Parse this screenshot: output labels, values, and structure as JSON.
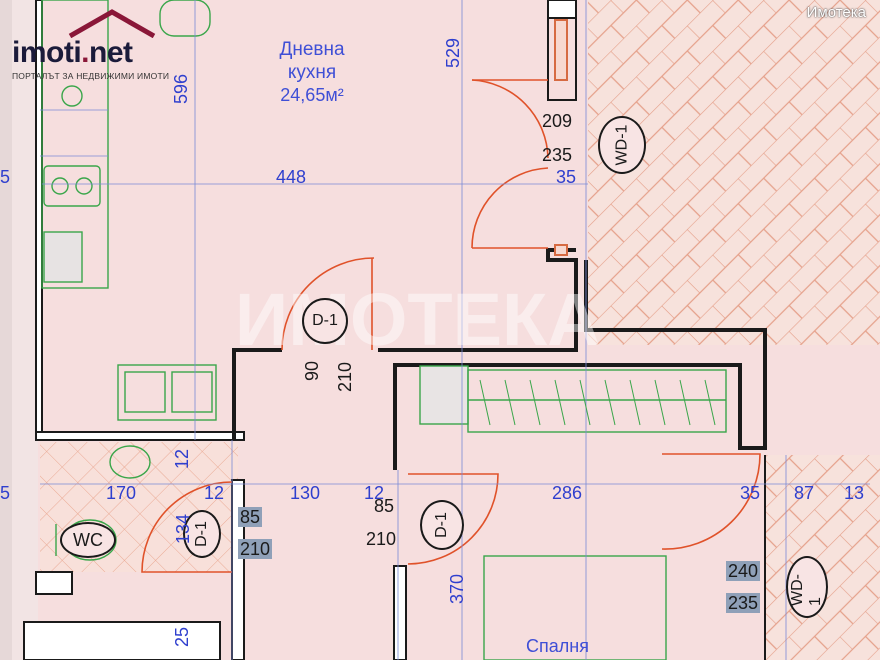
{
  "watermark": "Имотека",
  "logo": {
    "name_a": "imoti",
    "dot": ".",
    "name_b": "net",
    "tagline": "ПОРТАЛЪТ ЗА НЕДВИЖИМИ ИМОТИ"
  },
  "rooms": {
    "living_name": "Дневна",
    "living_sub": "кухня",
    "living_area": "24,65м²",
    "bath_name": "WC",
    "bedroom_name": "Спалня"
  },
  "doors": {
    "d1_top": "D-1",
    "d1_left": "D-1",
    "d1_mid": "D-1",
    "wd1_top": "WD-1",
    "wd1_bottom": "WD-1"
  },
  "dims": {
    "d596": "596",
    "d529": "529",
    "d448": "448",
    "d209": "209",
    "d235a": "235",
    "d35a": "35",
    "d5a": "5",
    "d5b": "5",
    "d90": "90",
    "d210a": "210",
    "d12a": "12",
    "d170": "170",
    "d12b": "12",
    "d130": "130",
    "d12c": "12",
    "d286": "286",
    "d35b": "35",
    "d87": "87",
    "d13": "13",
    "d134": "134",
    "d85a": "85",
    "d210b": "210",
    "d85b": "85",
    "d210c": "210",
    "d370": "370",
    "d240": "240",
    "d235b": "235",
    "d25": "25"
  },
  "colors": {
    "wall": "#1a1a1a",
    "floor": "#f6dede",
    "tile": "#e9a892",
    "furniture": "#3aa64a",
    "dimension": "#2f3fce",
    "door_swing": "#e0522a"
  }
}
